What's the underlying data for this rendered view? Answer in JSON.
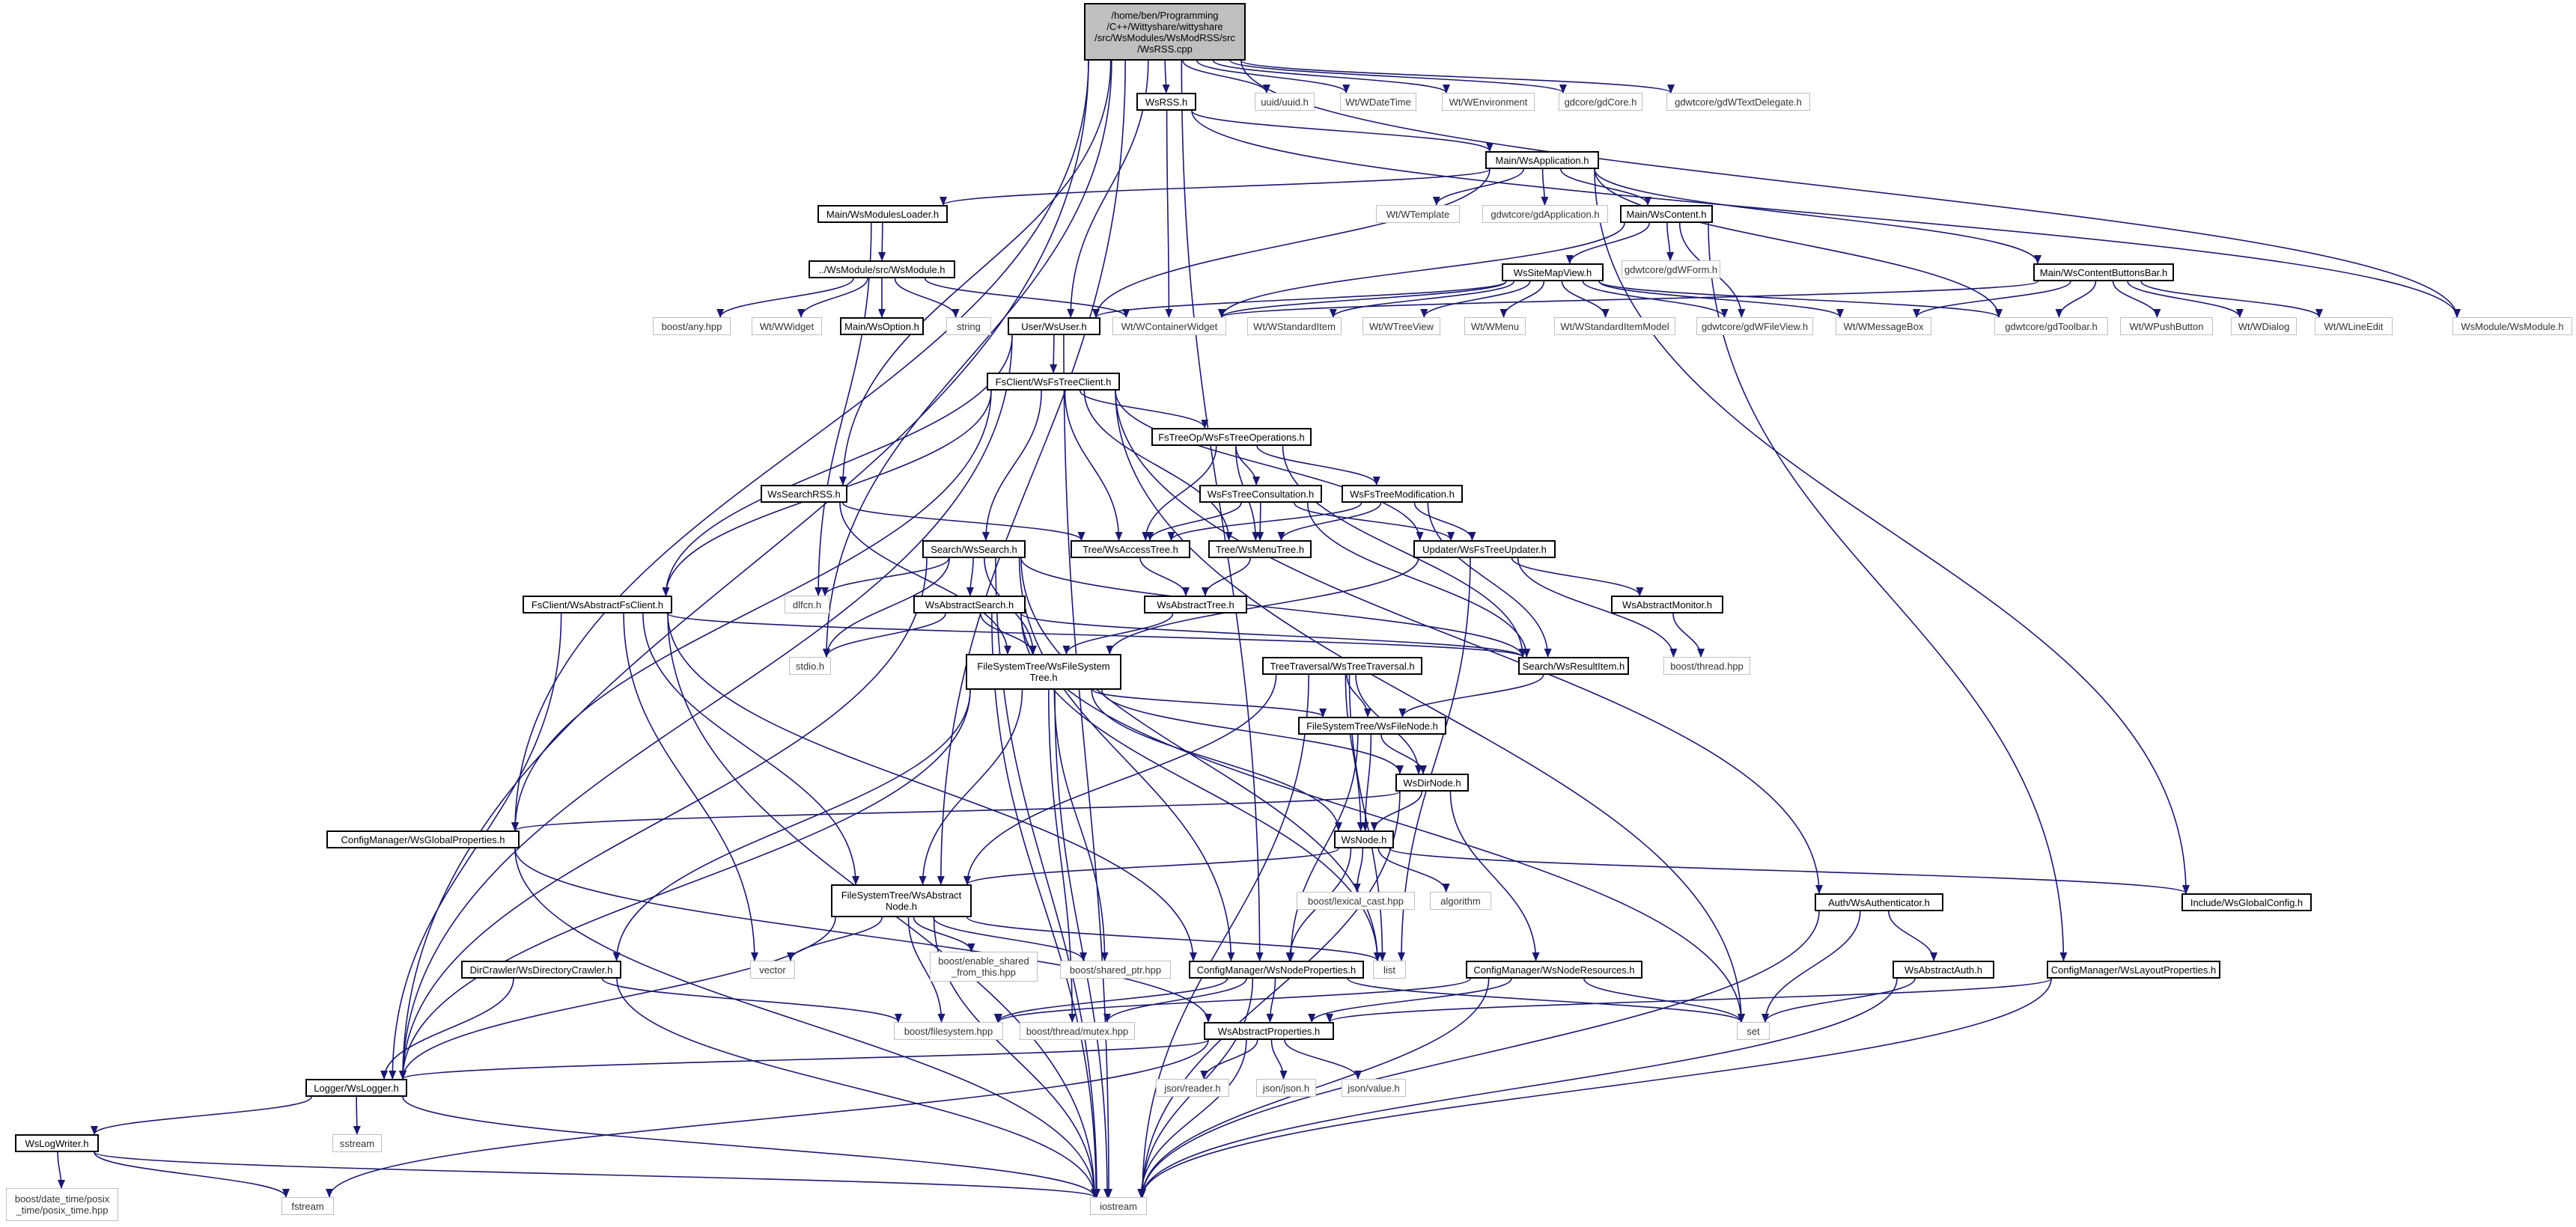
{
  "diagram": {
    "nodes": [
      {
        "id": "root",
        "label": "/home/ben/Programming\n/C++/Wittyshare/wittyshare\n/src/WsModules/WsModRSS/src\n/WsRSS.cpp",
        "kind": "root"
      },
      {
        "id": "wsrss",
        "label": "WsRSS.h",
        "kind": "def"
      },
      {
        "id": "uuid",
        "label": "uuid/uuid.h",
        "kind": "ext"
      },
      {
        "id": "wdatetime",
        "label": "Wt/WDateTime",
        "kind": "ext"
      },
      {
        "id": "wenv",
        "label": "Wt/WEnvironment",
        "kind": "ext"
      },
      {
        "id": "gdcore",
        "label": "gdcore/gdCore.h",
        "kind": "ext"
      },
      {
        "id": "gdtextdel",
        "label": "gdwtcore/gdWTextDelegate.h",
        "kind": "ext"
      },
      {
        "id": "wsapp",
        "label": "Main/WsApplication.h",
        "kind": "def"
      },
      {
        "id": "modloader",
        "label": "Main/WsModulesLoader.h",
        "kind": "def"
      },
      {
        "id": "wtemplate",
        "label": "Wt/WTemplate",
        "kind": "ext"
      },
      {
        "id": "gdapp",
        "label": "gdwtcore/gdApplication.h",
        "kind": "ext"
      },
      {
        "id": "wscontent",
        "label": "Main/WsContent.h",
        "kind": "def"
      },
      {
        "id": "wsmodsrc",
        "label": "../WsModule/src/WsModule.h",
        "kind": "def"
      },
      {
        "id": "gdform",
        "label": "gdwtcore/gdWForm.h",
        "kind": "ext"
      },
      {
        "id": "sitemap",
        "label": "WsSiteMapView.h",
        "kind": "def"
      },
      {
        "id": "cbtnbar",
        "label": "Main/WsContentButtonsBar.h",
        "kind": "def"
      },
      {
        "id": "boostany",
        "label": "boost/any.hpp",
        "kind": "ext"
      },
      {
        "id": "wwidget",
        "label": "Wt/WWidget",
        "kind": "ext"
      },
      {
        "id": "wsoption",
        "label": "Main/WsOption.h",
        "kind": "def"
      },
      {
        "id": "string",
        "label": "string",
        "kind": "ext"
      },
      {
        "id": "wcontainer",
        "label": "Wt/WContainerWidget",
        "kind": "ext"
      },
      {
        "id": "wsuser",
        "label": "User/WsUser.h",
        "kind": "def"
      },
      {
        "id": "wstditem",
        "label": "Wt/WStandardItem",
        "kind": "ext"
      },
      {
        "id": "wtreeview",
        "label": "Wt/WTreeView",
        "kind": "ext"
      },
      {
        "id": "wmenu",
        "label": "Wt/WMenu",
        "kind": "ext"
      },
      {
        "id": "wstdmodel",
        "label": "Wt/WStandardItemModel",
        "kind": "ext"
      },
      {
        "id": "gdfileview",
        "label": "gdwtcore/gdWFileView.h",
        "kind": "ext"
      },
      {
        "id": "wmsgbox",
        "label": "Wt/WMessageBox",
        "kind": "ext"
      },
      {
        "id": "gdtoolbar",
        "label": "gdwtcore/gdToolbar.h",
        "kind": "ext"
      },
      {
        "id": "wpush",
        "label": "Wt/WPushButton",
        "kind": "ext"
      },
      {
        "id": "wdialog",
        "label": "Wt/WDialog",
        "kind": "ext"
      },
      {
        "id": "wlineedit",
        "label": "Wt/WLineEdit",
        "kind": "ext"
      },
      {
        "id": "wsmodule",
        "label": "WsModule/WsModule.h",
        "kind": "ext"
      },
      {
        "id": "fsclient",
        "label": "FsClient/WsFsTreeClient.h",
        "kind": "def"
      },
      {
        "id": "fstreeops",
        "label": "FsTreeOp/WsFsTreeOperations.h",
        "kind": "def"
      },
      {
        "id": "searchrss",
        "label": "WsSearchRSS.h",
        "kind": "def"
      },
      {
        "id": "consult",
        "label": "WsFsTreeConsultation.h",
        "kind": "def"
      },
      {
        "id": "modif",
        "label": "WsFsTreeModification.h",
        "kind": "def"
      },
      {
        "id": "wssearch",
        "label": "Search/WsSearch.h",
        "kind": "def"
      },
      {
        "id": "accesstree",
        "label": "Tree/WsAccessTree.h",
        "kind": "def"
      },
      {
        "id": "menutree",
        "label": "Tree/WsMenuTree.h",
        "kind": "def"
      },
      {
        "id": "updater",
        "label": "Updater/WsFsTreeUpdater.h",
        "kind": "def"
      },
      {
        "id": "dlfcn",
        "label": "dlfcn.h",
        "kind": "ext"
      },
      {
        "id": "absfs",
        "label": "FsClient/WsAbstractFsClient.h",
        "kind": "def"
      },
      {
        "id": "abssearch",
        "label": "WsAbstractSearch.h",
        "kind": "def"
      },
      {
        "id": "abstree",
        "label": "WsAbstractTree.h",
        "kind": "def"
      },
      {
        "id": "absmonitor",
        "label": "WsAbstractMonitor.h",
        "kind": "def"
      },
      {
        "id": "stdio",
        "label": "stdio.h",
        "kind": "ext"
      },
      {
        "id": "fstree",
        "label": "FileSystemTree/WsFileSystem\nTree.h",
        "kind": "def"
      },
      {
        "id": "traversal",
        "label": "TreeTraversal/WsTreeTraversal.h",
        "kind": "def"
      },
      {
        "id": "resultitem",
        "label": "Search/WsResultItem.h",
        "kind": "def"
      },
      {
        "id": "boostthread",
        "label": "boost/thread.hpp",
        "kind": "ext"
      },
      {
        "id": "filenode",
        "label": "FileSystemTree/WsFileNode.h",
        "kind": "def"
      },
      {
        "id": "dirnode",
        "label": "WsDirNode.h",
        "kind": "def"
      },
      {
        "id": "globalprops",
        "label": "ConfigManager/WsGlobalProperties.h",
        "kind": "def"
      },
      {
        "id": "wsnode",
        "label": "WsNode.h",
        "kind": "def"
      },
      {
        "id": "absnode",
        "label": "FileSystemTree/WsAbstract\nNode.h",
        "kind": "def"
      },
      {
        "id": "lexical",
        "label": "boost/lexical_cast.hpp",
        "kind": "ext"
      },
      {
        "id": "algorithm",
        "label": "algorithm",
        "kind": "ext"
      },
      {
        "id": "auth",
        "label": "Auth/WsAuthenticator.h",
        "kind": "def"
      },
      {
        "id": "globalconfig",
        "label": "Include/WsGlobalConfig.h",
        "kind": "def"
      },
      {
        "id": "dircrawler",
        "label": "DirCrawler/WsDirectoryCrawler.h",
        "kind": "def"
      },
      {
        "id": "vector",
        "label": "vector",
        "kind": "ext"
      },
      {
        "id": "enableshared",
        "label": "boost/enable_shared\n_from_this.hpp",
        "kind": "ext"
      },
      {
        "id": "sharedptr",
        "label": "boost/shared_ptr.hpp",
        "kind": "ext"
      },
      {
        "id": "list",
        "label": "list",
        "kind": "ext"
      },
      {
        "id": "nodeprops",
        "label": "ConfigManager/WsNodeProperties.h",
        "kind": "def"
      },
      {
        "id": "noderes",
        "label": "ConfigManager/WsNodeResources.h",
        "kind": "def"
      },
      {
        "id": "absauth",
        "label": "WsAbstractAuth.h",
        "kind": "def"
      },
      {
        "id": "layoutprops",
        "label": "ConfigManager/WsLayoutProperties.h",
        "kind": "def"
      },
      {
        "id": "filesystem",
        "label": "boost/filesystem.hpp",
        "kind": "ext"
      },
      {
        "id": "mutex",
        "label": "boost/thread/mutex.hpp",
        "kind": "ext"
      },
      {
        "id": "absprops",
        "label": "WsAbstractProperties.h",
        "kind": "def"
      },
      {
        "id": "set",
        "label": "set",
        "kind": "ext"
      },
      {
        "id": "logger",
        "label": "Logger/WsLogger.h",
        "kind": "def"
      },
      {
        "id": "jsonreader",
        "label": "json/reader.h",
        "kind": "ext"
      },
      {
        "id": "jsonjson",
        "label": "json/json.h",
        "kind": "ext"
      },
      {
        "id": "jsonvalue",
        "label": "json/value.h",
        "kind": "ext"
      },
      {
        "id": "sstream",
        "label": "sstream",
        "kind": "ext"
      },
      {
        "id": "logwriter",
        "label": "WsLogWriter.h",
        "kind": "def"
      },
      {
        "id": "posixtime",
        "label": "boost/date_time/posix\n_time/posix_time.hpp",
        "kind": "ext"
      },
      {
        "id": "fstream",
        "label": "fstream",
        "kind": "ext"
      },
      {
        "id": "iostream",
        "label": "iostream",
        "kind": "ext"
      }
    ],
    "edges": [
      [
        "root",
        "wsrss"
      ],
      [
        "root",
        "uuid"
      ],
      [
        "root",
        "wdatetime"
      ],
      [
        "root",
        "wenv"
      ],
      [
        "root",
        "gdcore"
      ],
      [
        "root",
        "gdtextdel"
      ],
      [
        "root",
        "wsuser"
      ],
      [
        "root",
        "searchrss"
      ],
      [
        "root",
        "globalprops"
      ],
      [
        "root",
        "absnode"
      ],
      [
        "root",
        "stdio"
      ],
      [
        "root",
        "logger"
      ],
      [
        "root",
        "nodeprops"
      ],
      [
        "root",
        "wsmodule"
      ],
      [
        "wsrss",
        "wsapp"
      ],
      [
        "wsrss",
        "wcontainer"
      ],
      [
        "wsrss",
        "wsmodule"
      ],
      [
        "wsapp",
        "modloader"
      ],
      [
        "wsapp",
        "wtemplate"
      ],
      [
        "wsapp",
        "gdapp"
      ],
      [
        "wsapp",
        "wscontent"
      ],
      [
        "wsapp",
        "cbtnbar"
      ],
      [
        "wsapp",
        "wsuser"
      ],
      [
        "wsapp",
        "gdtoolbar"
      ],
      [
        "wsapp",
        "globalconfig"
      ],
      [
        "modloader",
        "wsmodsrc"
      ],
      [
        "modloader",
        "dlfcn"
      ],
      [
        "wsmodsrc",
        "boostany"
      ],
      [
        "wsmodsrc",
        "wwidget"
      ],
      [
        "wsmodsrc",
        "wsoption"
      ],
      [
        "wsmodsrc",
        "string"
      ],
      [
        "wsmodsrc",
        "wcontainer"
      ],
      [
        "wscontent",
        "gdform"
      ],
      [
        "wscontent",
        "sitemap"
      ],
      [
        "wscontent",
        "gdfileview"
      ],
      [
        "wscontent",
        "layoutprops"
      ],
      [
        "wscontent",
        "wcontainer"
      ],
      [
        "sitemap",
        "wcontainer"
      ],
      [
        "sitemap",
        "wstditem"
      ],
      [
        "sitemap",
        "wtreeview"
      ],
      [
        "sitemap",
        "wmenu"
      ],
      [
        "sitemap",
        "wstdmodel"
      ],
      [
        "sitemap",
        "gdfileview"
      ],
      [
        "sitemap",
        "wmsgbox"
      ],
      [
        "sitemap",
        "gdtoolbar"
      ],
      [
        "sitemap",
        "wsuser"
      ],
      [
        "cbtnbar",
        "wcontainer"
      ],
      [
        "cbtnbar",
        "wmsgbox"
      ],
      [
        "cbtnbar",
        "gdtoolbar"
      ],
      [
        "cbtnbar",
        "wpush"
      ],
      [
        "cbtnbar",
        "wdialog"
      ],
      [
        "cbtnbar",
        "wlineedit"
      ],
      [
        "wsuser",
        "fsclient"
      ],
      [
        "wsuser",
        "absfs"
      ],
      [
        "wsuser",
        "logger"
      ],
      [
        "wsuser",
        "iostream"
      ],
      [
        "fsclient",
        "fstreeops"
      ],
      [
        "fsclient",
        "accesstree"
      ],
      [
        "fsclient",
        "menutree"
      ],
      [
        "fsclient",
        "wssearch"
      ],
      [
        "fsclient",
        "updater"
      ],
      [
        "fsclient",
        "absfs"
      ],
      [
        "fsclient",
        "auth"
      ],
      [
        "fsclient",
        "globalprops"
      ],
      [
        "fsclient",
        "set"
      ],
      [
        "fstreeops",
        "consult"
      ],
      [
        "fstreeops",
        "modif"
      ],
      [
        "fstreeops",
        "accesstree"
      ],
      [
        "fstreeops",
        "menutree"
      ],
      [
        "fstreeops",
        "resultitem"
      ],
      [
        "consult",
        "accesstree"
      ],
      [
        "consult",
        "menutree"
      ],
      [
        "consult",
        "updater"
      ],
      [
        "consult",
        "resultitem"
      ],
      [
        "modif",
        "accesstree"
      ],
      [
        "modif",
        "menutree"
      ],
      [
        "modif",
        "updater"
      ],
      [
        "modif",
        "resultitem"
      ],
      [
        "searchrss",
        "accesstree"
      ],
      [
        "searchrss",
        "fstree"
      ],
      [
        "updater",
        "absmonitor"
      ],
      [
        "updater",
        "boostthread"
      ],
      [
        "updater",
        "fstree"
      ],
      [
        "updater",
        "list"
      ],
      [
        "absmonitor",
        "boostthread"
      ],
      [
        "accesstree",
        "abstree"
      ],
      [
        "menutree",
        "abstree"
      ],
      [
        "abstree",
        "fstree"
      ],
      [
        "wssearch",
        "dlfcn"
      ],
      [
        "wssearch",
        "abssearch"
      ],
      [
        "wssearch",
        "stdio"
      ],
      [
        "wssearch",
        "fstree"
      ],
      [
        "wssearch",
        "resultitem"
      ],
      [
        "wssearch",
        "list"
      ],
      [
        "wssearch",
        "logger"
      ],
      [
        "wssearch",
        "iostream"
      ],
      [
        "wssearch",
        "nodeprops"
      ],
      [
        "abssearch",
        "stdio"
      ],
      [
        "abssearch",
        "fstree"
      ],
      [
        "abssearch",
        "resultitem"
      ],
      [
        "abssearch",
        "set"
      ],
      [
        "abssearch",
        "list"
      ],
      [
        "abssearch",
        "iostream"
      ],
      [
        "absfs",
        "resultitem"
      ],
      [
        "absfs",
        "absnode"
      ],
      [
        "absfs",
        "logger"
      ],
      [
        "absfs",
        "vector"
      ],
      [
        "absfs",
        "nodeprops"
      ],
      [
        "absfs",
        "iostream"
      ],
      [
        "fstree",
        "filenode"
      ],
      [
        "fstree",
        "dirnode"
      ],
      [
        "fstree",
        "wsnode"
      ],
      [
        "fstree",
        "absnode"
      ],
      [
        "fstree",
        "sharedptr"
      ],
      [
        "fstree",
        "dircrawler"
      ],
      [
        "fstree",
        "logger"
      ],
      [
        "fstree",
        "mutex"
      ],
      [
        "fstree",
        "iostream"
      ],
      [
        "traversal",
        "filenode"
      ],
      [
        "traversal",
        "dirnode"
      ],
      [
        "traversal",
        "wsnode"
      ],
      [
        "traversal",
        "absnode"
      ],
      [
        "traversal",
        "list"
      ],
      [
        "traversal",
        "iostream"
      ],
      [
        "resultitem",
        "filenode"
      ],
      [
        "filenode",
        "wsnode"
      ],
      [
        "filenode",
        "dirnode"
      ],
      [
        "filenode",
        "nodeprops"
      ],
      [
        "dirnode",
        "wsnode"
      ],
      [
        "dirnode",
        "globalprops"
      ],
      [
        "dirnode",
        "noderes"
      ],
      [
        "dirnode",
        "iostream"
      ],
      [
        "wsnode",
        "absnode"
      ],
      [
        "wsnode",
        "lexical"
      ],
      [
        "wsnode",
        "algorithm"
      ],
      [
        "wsnode",
        "globalconfig"
      ],
      [
        "wsnode",
        "nodeprops"
      ],
      [
        "absnode",
        "vector"
      ],
      [
        "absnode",
        "enableshared"
      ],
      [
        "absnode",
        "sharedptr"
      ],
      [
        "absnode",
        "list"
      ],
      [
        "absnode",
        "filesystem"
      ],
      [
        "absnode",
        "iostream"
      ],
      [
        "absnode",
        "logger"
      ],
      [
        "globalprops",
        "absprops"
      ],
      [
        "globalprops",
        "iostream"
      ],
      [
        "dircrawler",
        "filesystem"
      ],
      [
        "dircrawler",
        "logger"
      ],
      [
        "dircrawler",
        "iostream"
      ],
      [
        "nodeprops",
        "absprops"
      ],
      [
        "nodeprops",
        "filesystem"
      ],
      [
        "nodeprops",
        "mutex"
      ],
      [
        "nodeprops",
        "set"
      ],
      [
        "nodeprops",
        "iostream"
      ],
      [
        "noderes",
        "absprops"
      ],
      [
        "noderes",
        "filesystem"
      ],
      [
        "noderes",
        "set"
      ],
      [
        "noderes",
        "iostream"
      ],
      [
        "auth",
        "absauth"
      ],
      [
        "auth",
        "set"
      ],
      [
        "auth",
        "iostream"
      ],
      [
        "absauth",
        "set"
      ],
      [
        "absauth",
        "iostream"
      ],
      [
        "layoutprops",
        "absprops"
      ],
      [
        "layoutprops",
        "iostream"
      ],
      [
        "absprops",
        "logger"
      ],
      [
        "absprops",
        "jsonreader"
      ],
      [
        "absprops",
        "jsonjson"
      ],
      [
        "absprops",
        "jsonvalue"
      ],
      [
        "absprops",
        "iostream"
      ],
      [
        "absprops",
        "fstream"
      ],
      [
        "logger",
        "sstream"
      ],
      [
        "logger",
        "logwriter"
      ],
      [
        "logger",
        "iostream"
      ],
      [
        "logwriter",
        "posixtime"
      ],
      [
        "logwriter",
        "fstream"
      ],
      [
        "logwriter",
        "iostream"
      ]
    ]
  }
}
